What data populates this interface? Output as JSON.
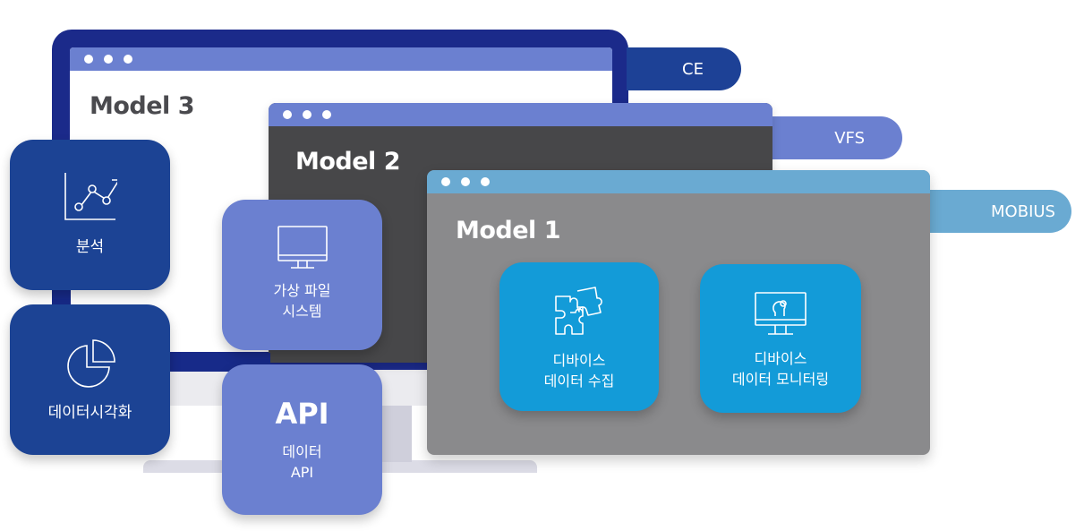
{
  "colors": {
    "monitor_frame": "#1b2a8a",
    "navy_card": "#1c4394",
    "violet_card": "#6b80d0",
    "cyan_card": "#139bd8",
    "model2_bg": "#474749",
    "model1_bg": "#8a8a8c",
    "model1_titlebar": "#6aaad2",
    "model3_title": "#4a4a4e"
  },
  "windows": [
    {
      "id": "model3",
      "title": "Model 3",
      "tag": "CE"
    },
    {
      "id": "model2",
      "title": "Model 2",
      "tag": "VFS"
    },
    {
      "id": "model1",
      "title": "Model 1",
      "tag": "MOBIUS"
    }
  ],
  "cards": {
    "analysis": {
      "label": "분석",
      "icon": "line-chart-icon"
    },
    "visualization": {
      "label": "데이터시각화",
      "icon": "pie-chart-icon"
    },
    "vfs": {
      "label": "가상 파일\n시스템",
      "icon": "monitor-icon"
    },
    "api": {
      "heading": "API",
      "label": "데이터\nAPI"
    },
    "collect": {
      "label": "디바이스\n데이터 수집",
      "icon": "puzzle-icon"
    },
    "monitor": {
      "label": "디바이스\n데이터 모니터링",
      "icon": "monitor-brain-gear-icon"
    }
  }
}
